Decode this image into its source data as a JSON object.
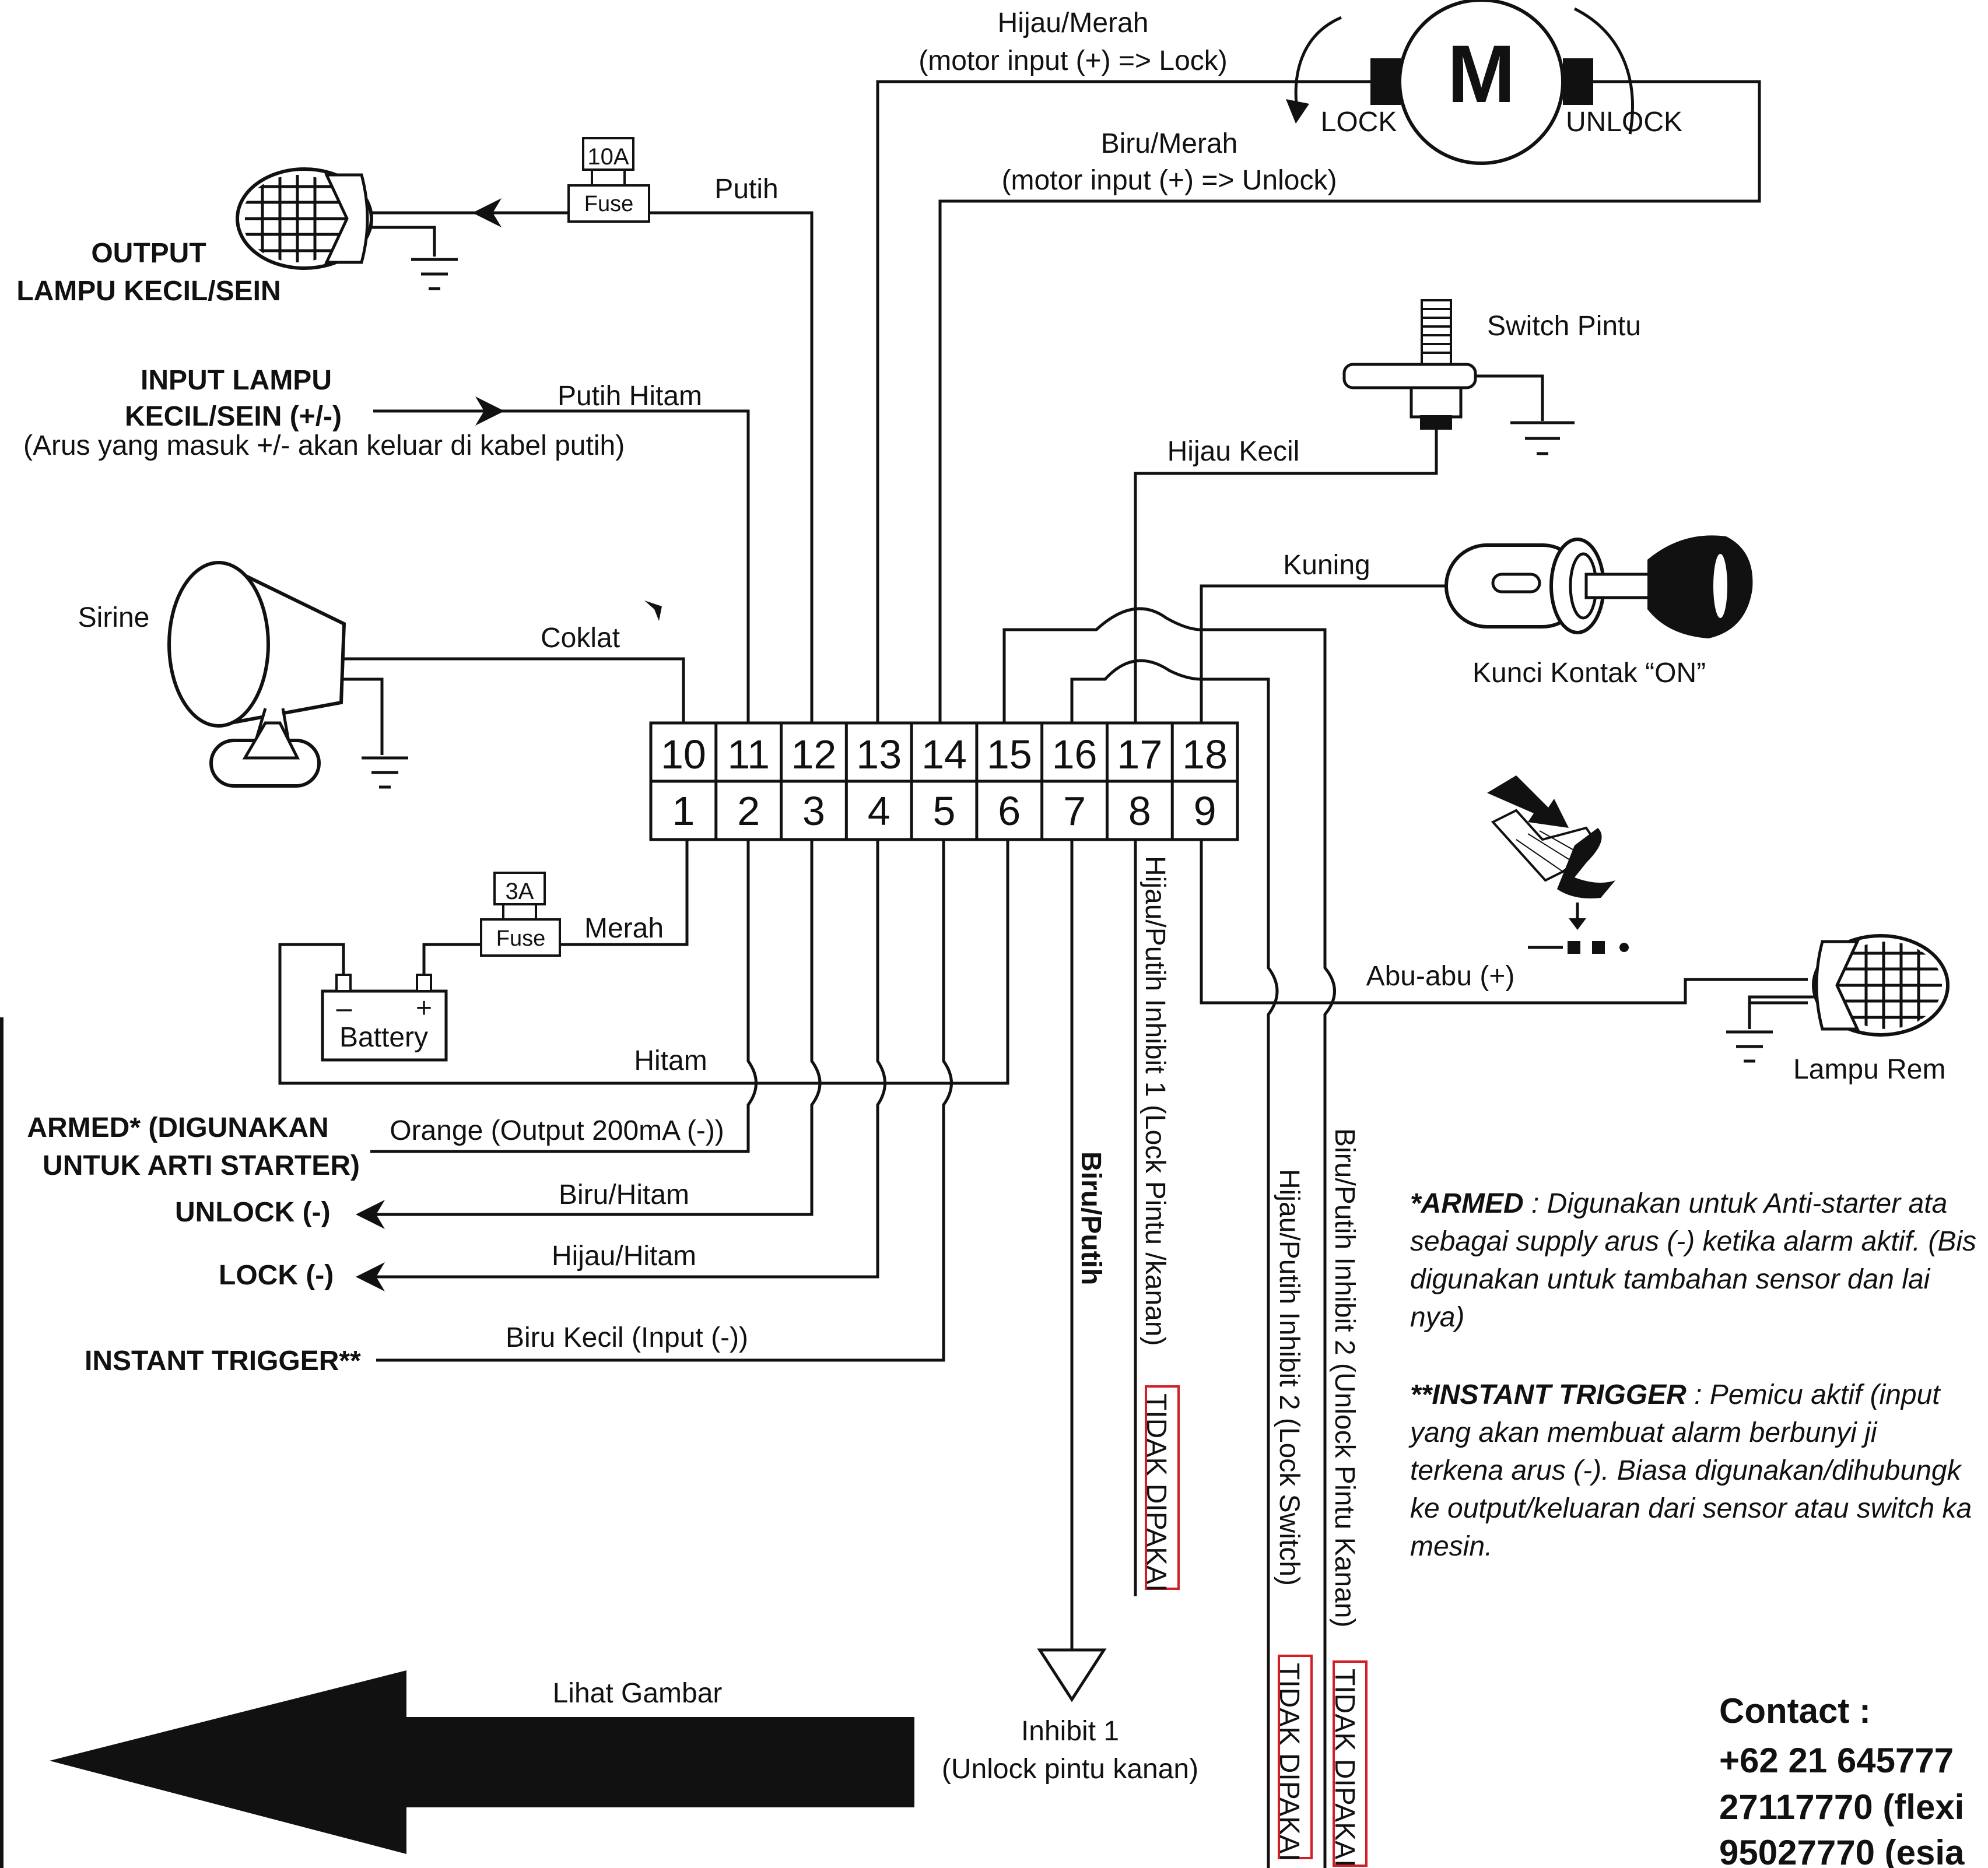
{
  "connector": {
    "top_pins": [
      "10",
      "11",
      "12",
      "13",
      "14",
      "15",
      "16",
      "17",
      "18"
    ],
    "bottom_pins": [
      "1",
      "2",
      "3",
      "4",
      "5",
      "6",
      "7",
      "8",
      "9"
    ]
  },
  "motor": {
    "symbol": "M",
    "lock": "LOCK",
    "unlock": "UNLOCK"
  },
  "wires": {
    "hijau_merah": "Hijau/Merah",
    "hijau_merah_desc": "(motor input (+) => Lock)",
    "biru_merah": "Biru/Merah",
    "biru_merah_desc": "(motor input (+) => Unlock)",
    "putih": "Putih",
    "putih_hitam": "Putih Hitam",
    "coklat": "Coklat",
    "merah": "Merah",
    "hitam": "Hitam",
    "orange": "Orange (Output 200mA (-))",
    "biru_hitam": "Biru/Hitam",
    "hijau_hitam": "Hijau/Hitam",
    "biru_kecil": "Biru Kecil (Input (-))",
    "hijau_kecil": "Hijau Kecil",
    "kuning": "Kuning",
    "abu_abu": "Abu-abu (+)",
    "biru_putih": "Biru/Putih",
    "inhibit1": "Hijau/Putih Inhibit 1 (Lock Pintu /kanan)",
    "inhibit2_lock": "Hijau/Putih Inhibit 2 (Lock Switch)",
    "inhibit2_unlock": "Biru/Putih Inhibit 2 (Unlock Pintu Kanan)",
    "tidak_dipakai": "TIDAK DIPAKAI"
  },
  "fuses": {
    "f10_rating": "10A",
    "f3_rating": "3A",
    "fuse_label": "Fuse"
  },
  "components": {
    "output_lampu": [
      "OUTPUT",
      "LAMPU KECIL/SEIN"
    ],
    "input_lampu": [
      "INPUT LAMPU",
      "KECIL/SEIN (+/-)"
    ],
    "input_lampu_note": "(Arus yang masuk +/- akan keluar di kabel putih)",
    "sirine": "Sirine",
    "battery": "Battery",
    "battery_minus": "–",
    "battery_plus": "+",
    "switch_pintu": "Switch Pintu",
    "kunci_kontak": "Kunci Kontak “ON”",
    "lampu_rem": "Lampu Rem",
    "armed": [
      "ARMED* (DIGUNAKAN",
      "UNTUK ARTI STARTER)"
    ],
    "unlock": "UNLOCK (-)",
    "lock": "LOCK (-)",
    "instant_trigger": "INSTANT TRIGGER**",
    "lihat_gambar": "Lihat Gambar",
    "inhibit1_out": [
      "Inhibit 1",
      "(Unlock pintu kanan)"
    ]
  },
  "notes": {
    "armed_title": "*ARMED",
    "armed_lines": [
      " : Digunakan untuk Anti-starter ata",
      "sebagai supply arus (-) ketika alarm aktif. (Bis",
      "digunakan untuk tambahan sensor dan lai",
      "nya)"
    ],
    "trigger_title": "**INSTANT TRIGGER",
    "trigger_lines": [
      " : Pemicu aktif (input",
      "yang akan membuat alarm berbunyi ji",
      "terkena arus (-). Biasa digunakan/dihubungk",
      "ke output/keluaran dari sensor atau switch ka",
      "mesin."
    ]
  },
  "contact": {
    "title": "Contact :",
    "lines": [
      "+62 21 645777",
      "27117770 (flexi",
      "95027770 (esia"
    ]
  }
}
